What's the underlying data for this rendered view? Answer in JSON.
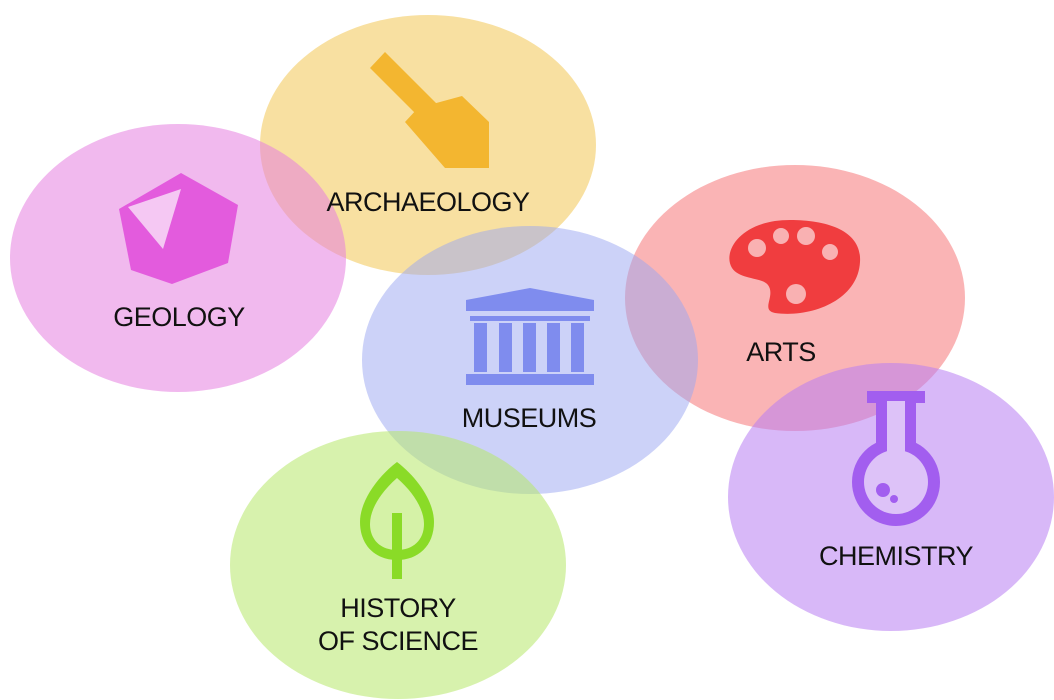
{
  "topics": {
    "archaeology": {
      "label": "ARCHAEOLOGY",
      "icon": "shovel-icon",
      "fill": "#F6DE9E",
      "icon_color": "#F3B630"
    },
    "geology": {
      "label": "GEOLOGY",
      "icon": "crystal-icon",
      "fill": "#F0B8EE",
      "icon_color": "#E35BDD"
    },
    "museums": {
      "label": "MUSEUMS",
      "icon": "museum-icon",
      "fill": "#C3CAF7",
      "icon_color": "#7F8CEE"
    },
    "arts": {
      "label": "ARTS",
      "icon": "palette-icon",
      "fill": "#F9B1B2",
      "icon_color": "#F03D3F"
    },
    "chemistry": {
      "label": "CHEMISTRY",
      "icon": "flask-icon",
      "fill": "#D9B8F8",
      "icon_color": "#A25EEF"
    },
    "history_of_science": {
      "label_line1": "HISTORY",
      "label_line2": "OF SCIENCE",
      "icon": "leaf-icon",
      "fill": "#D5F2A7",
      "icon_color": "#8ADB27"
    }
  }
}
